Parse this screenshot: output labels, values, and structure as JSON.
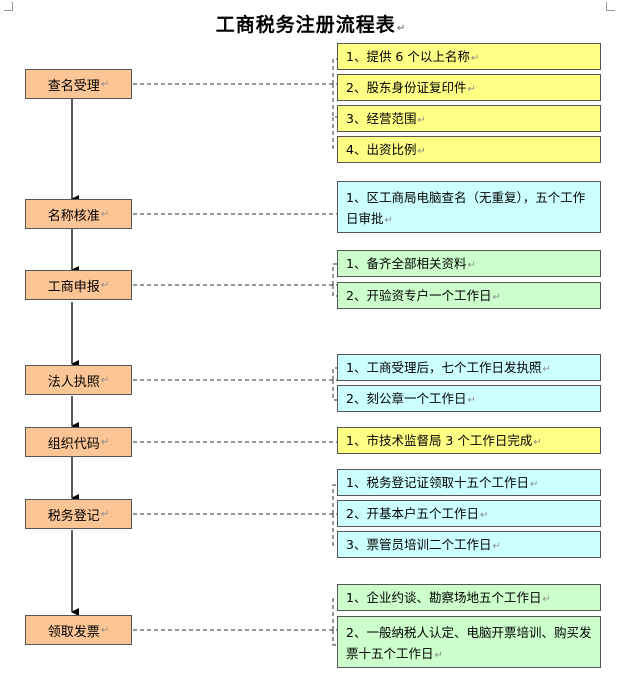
{
  "title": "工商税务注册流程表",
  "return_mark": "↵",
  "steps": [
    {
      "label": "查名受理"
    },
    {
      "label": "名称核准"
    },
    {
      "label": "工商申报"
    },
    {
      "label": "法人执照"
    },
    {
      "label": "组织代码"
    },
    {
      "label": "税务登记"
    },
    {
      "label": "领取发票"
    }
  ],
  "notes": [
    {
      "text": "1、提供 6 个以上名称",
      "color": "yellow"
    },
    {
      "text": "2、股东身份证复印件",
      "color": "yellow"
    },
    {
      "text": "3、经营范围",
      "color": "yellow"
    },
    {
      "text": "4、出资比例",
      "color": "yellow"
    },
    {
      "text": "1、区工商局电脑查名（无重复），五个工作日审批",
      "color": "blue"
    },
    {
      "text": "1、备齐全部相关资料",
      "color": "green"
    },
    {
      "text": "2、开验资专户一个工作日",
      "color": "green"
    },
    {
      "text": "1、工商受理后，七个工作日发执照",
      "color": "blue"
    },
    {
      "text": "2、刻公章一个工作日",
      "color": "blue"
    },
    {
      "text": "1、市技术监督局 3 个工作日完成",
      "color": "yellow"
    },
    {
      "text": "1、税务登记证领取十五个工作日",
      "color": "blue"
    },
    {
      "text": "2、开基本户五个工作日",
      "color": "blue"
    },
    {
      "text": "3、票管员培训二个工作日",
      "color": "blue"
    },
    {
      "text": "1、企业约谈、勘察场地五个工作日",
      "color": "green"
    },
    {
      "text": "2、一般纳税人认定、电脑开票培训、购买发票十五个工作日",
      "color": "green"
    }
  ],
  "colors": {
    "step_fill": "#fbc595",
    "yellow": "#ffff85",
    "blue": "#ccffff",
    "green": "#ccffcc"
  }
}
